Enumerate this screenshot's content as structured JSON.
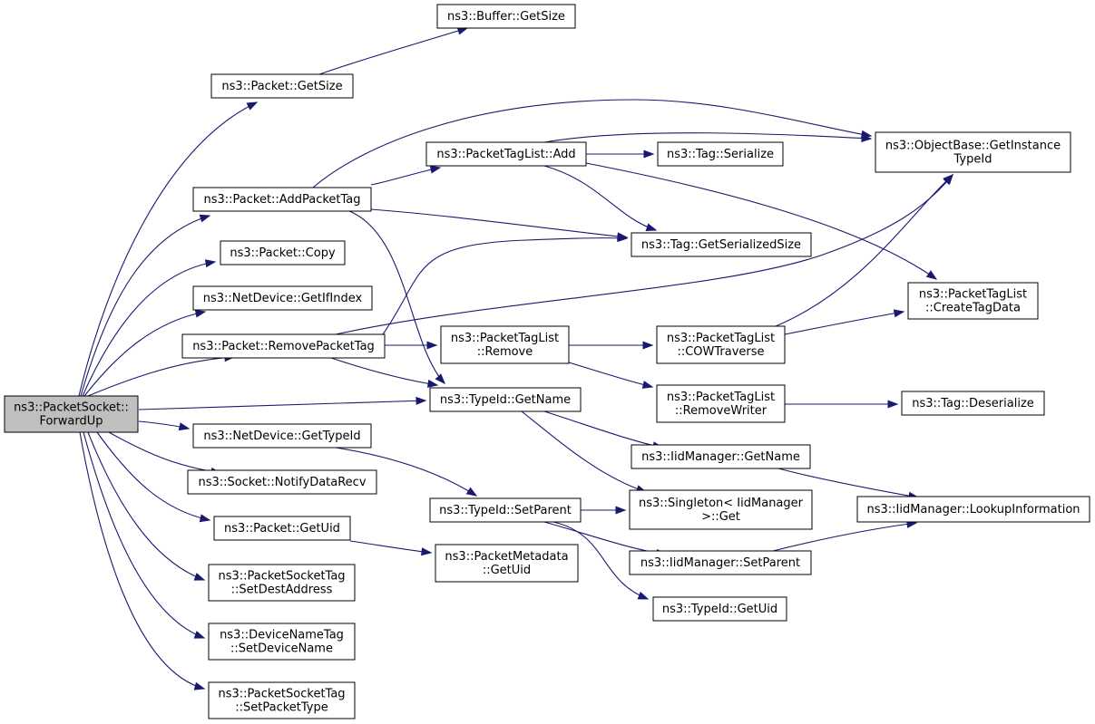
{
  "diagram": {
    "type": "call-graph",
    "colors": {
      "edge": "#191970",
      "root_fill": "#bfbfbf",
      "node_fill": "#ffffff",
      "node_border": "#000000"
    },
    "nodes": [
      {
        "id": "root",
        "lines": [
          "ns3::PacketSocket::",
          "ForwardUp"
        ],
        "root": true
      },
      {
        "id": "buffer_getsize",
        "lines": [
          "ns3::Buffer::GetSize"
        ]
      },
      {
        "id": "packet_getsize",
        "lines": [
          "ns3::Packet::GetSize"
        ]
      },
      {
        "id": "packet_addpackettag",
        "lines": [
          "ns3::Packet::AddPacketTag"
        ]
      },
      {
        "id": "packet_copy",
        "lines": [
          "ns3::Packet::Copy"
        ]
      },
      {
        "id": "netdevice_getifindex",
        "lines": [
          "ns3::NetDevice::GetIfIndex"
        ]
      },
      {
        "id": "packet_removepackettag",
        "lines": [
          "ns3::Packet::RemovePacketTag"
        ]
      },
      {
        "id": "netdevice_gettypeid",
        "lines": [
          "ns3::NetDevice::GetTypeId"
        ]
      },
      {
        "id": "socket_notifydatarecv",
        "lines": [
          "ns3::Socket::NotifyDataRecv"
        ]
      },
      {
        "id": "packet_getuid",
        "lines": [
          "ns3::Packet::GetUid"
        ]
      },
      {
        "id": "packetsockettag_setdestaddress",
        "lines": [
          "ns3::PacketSocketTag",
          "::SetDestAddress"
        ]
      },
      {
        "id": "devicenametag_setdevicename",
        "lines": [
          "ns3::DeviceNameTag",
          "::SetDeviceName"
        ]
      },
      {
        "id": "packetsockettag_setpackettype",
        "lines": [
          "ns3::PacketSocketTag",
          "::SetPacketType"
        ]
      },
      {
        "id": "packettaglist_add",
        "lines": [
          "ns3::PacketTagList::Add"
        ]
      },
      {
        "id": "packettaglist_remove",
        "lines": [
          "ns3::PacketTagList",
          "::Remove"
        ]
      },
      {
        "id": "typeid_getname",
        "lines": [
          "ns3::TypeId::GetName"
        ]
      },
      {
        "id": "typeid_setparent",
        "lines": [
          "ns3::TypeId::SetParent"
        ]
      },
      {
        "id": "packetmetadata_getuid",
        "lines": [
          "ns3::PacketMetadata",
          "::GetUid"
        ]
      },
      {
        "id": "tag_serialize",
        "lines": [
          "ns3::Tag::Serialize"
        ]
      },
      {
        "id": "tag_getserializedsize",
        "lines": [
          "ns3::Tag::GetSerializedSize"
        ]
      },
      {
        "id": "packettaglist_cowtraverse",
        "lines": [
          "ns3::PacketTagList",
          "::COWTraverse"
        ]
      },
      {
        "id": "packettaglist_removewriter",
        "lines": [
          "ns3::PacketTagList",
          "::RemoveWriter"
        ]
      },
      {
        "id": "iidmanager_getname",
        "lines": [
          "ns3::IidManager::GetName"
        ]
      },
      {
        "id": "singleton_get",
        "lines": [
          "ns3::Singleton< IidManager",
          ">::Get"
        ]
      },
      {
        "id": "iidmanager_setparent",
        "lines": [
          "ns3::IidManager::SetParent"
        ]
      },
      {
        "id": "typeid_getuid",
        "lines": [
          "ns3::TypeId::GetUid"
        ]
      },
      {
        "id": "objectbase_getinstancetypeid",
        "lines": [
          "ns3::ObjectBase::GetInstance",
          "TypeId"
        ]
      },
      {
        "id": "packettaglist_createtagdata",
        "lines": [
          "ns3::PacketTagList",
          "::CreateTagData"
        ]
      },
      {
        "id": "tag_deserialize",
        "lines": [
          "ns3::Tag::Deserialize"
        ]
      },
      {
        "id": "iidmanager_lookupinformation",
        "lines": [
          "ns3::IidManager::LookupInformation"
        ]
      }
    ],
    "edges": [
      [
        "root",
        "packet_getsize"
      ],
      [
        "root",
        "packet_addpackettag"
      ],
      [
        "root",
        "packet_copy"
      ],
      [
        "root",
        "netdevice_getifindex"
      ],
      [
        "root",
        "packet_removepackettag"
      ],
      [
        "root",
        "typeid_getname"
      ],
      [
        "root",
        "netdevice_gettypeid"
      ],
      [
        "root",
        "socket_notifydatarecv"
      ],
      [
        "root",
        "packet_getuid"
      ],
      [
        "root",
        "packetsockettag_setdestaddress"
      ],
      [
        "root",
        "devicenametag_setdevicename"
      ],
      [
        "root",
        "packetsockettag_setpackettype"
      ],
      [
        "packet_getsize",
        "buffer_getsize"
      ],
      [
        "packet_addpackettag",
        "objectbase_getinstancetypeid"
      ],
      [
        "packet_addpackettag",
        "packettaglist_add"
      ],
      [
        "packet_addpackettag",
        "tag_getserializedsize"
      ],
      [
        "packet_addpackettag",
        "typeid_getname"
      ],
      [
        "packettaglist_add",
        "objectbase_getinstancetypeid"
      ],
      [
        "packettaglist_add",
        "tag_serialize"
      ],
      [
        "packettaglist_add",
        "tag_getserializedsize"
      ],
      [
        "packettaglist_add",
        "packettaglist_createtagdata"
      ],
      [
        "packet_removepackettag",
        "tag_getserializedsize"
      ],
      [
        "packet_removepackettag",
        "objectbase_getinstancetypeid"
      ],
      [
        "packet_removepackettag",
        "packettaglist_remove"
      ],
      [
        "packet_removepackettag",
        "typeid_getname"
      ],
      [
        "packettaglist_remove",
        "packettaglist_cowtraverse"
      ],
      [
        "packettaglist_remove",
        "packettaglist_removewriter"
      ],
      [
        "packettaglist_cowtraverse",
        "objectbase_getinstancetypeid"
      ],
      [
        "packettaglist_cowtraverse",
        "packettaglist_createtagdata"
      ],
      [
        "packettaglist_removewriter",
        "tag_deserialize"
      ],
      [
        "typeid_getname",
        "iidmanager_getname"
      ],
      [
        "typeid_getname",
        "singleton_get"
      ],
      [
        "iidmanager_getname",
        "iidmanager_lookupinformation"
      ],
      [
        "netdevice_gettypeid",
        "typeid_setparent"
      ],
      [
        "typeid_setparent",
        "singleton_get"
      ],
      [
        "typeid_setparent",
        "iidmanager_setparent"
      ],
      [
        "typeid_setparent",
        "typeid_getuid"
      ],
      [
        "iidmanager_setparent",
        "iidmanager_lookupinformation"
      ],
      [
        "packet_getuid",
        "packetmetadata_getuid"
      ]
    ]
  }
}
